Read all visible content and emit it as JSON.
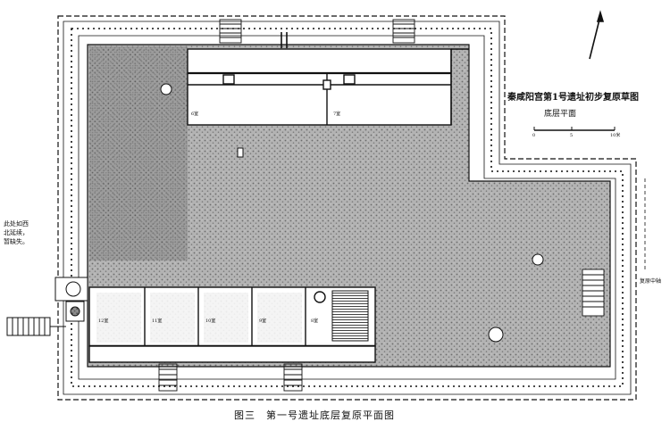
{
  "diagram": {
    "title": "秦咸阳宫第1号遗址初步复原草图",
    "subtitle": "底层平面",
    "caption": "图三　第一号遗址底层复原平面图",
    "side_note": "此处如西北延续，暂缺失。",
    "right_label": "复原中轴",
    "scale_labels": [
      "0",
      "5",
      "10米"
    ],
    "rooms": {
      "room6_upper": "6室",
      "room7_upper": "7室",
      "room12": "12室",
      "room11": "11室",
      "room10": "10室",
      "room9": "9室",
      "room8": "8室"
    }
  },
  "colors": {
    "line": "#111111",
    "fill_tone": "#9a9a9a",
    "room_fill": "#ffffff"
  }
}
